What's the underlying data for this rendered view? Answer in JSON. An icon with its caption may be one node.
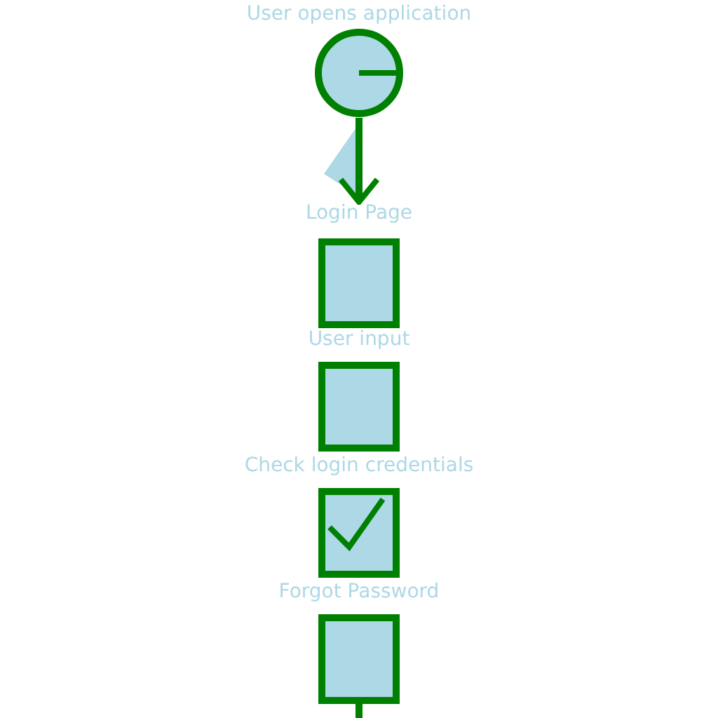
{
  "diagram": {
    "nodes": [
      {
        "text": [
          "User opens application"
        ]
      },
      {
        "text": [
          "Login Page"
        ]
      },
      {
        "text": [
          "User input"
        ]
      },
      {
        "text": [
          "Check login credentials"
        ]
      },
      {
        "text": [
          "Forgot Password"
        ]
      }
    ],
    "edges": [
      {
        "from": 0,
        "to": 1,
        "arrow": "to"
      },
      {
        "from": 4,
        "to": null,
        "arrow": "none"
      }
    ]
  }
}
